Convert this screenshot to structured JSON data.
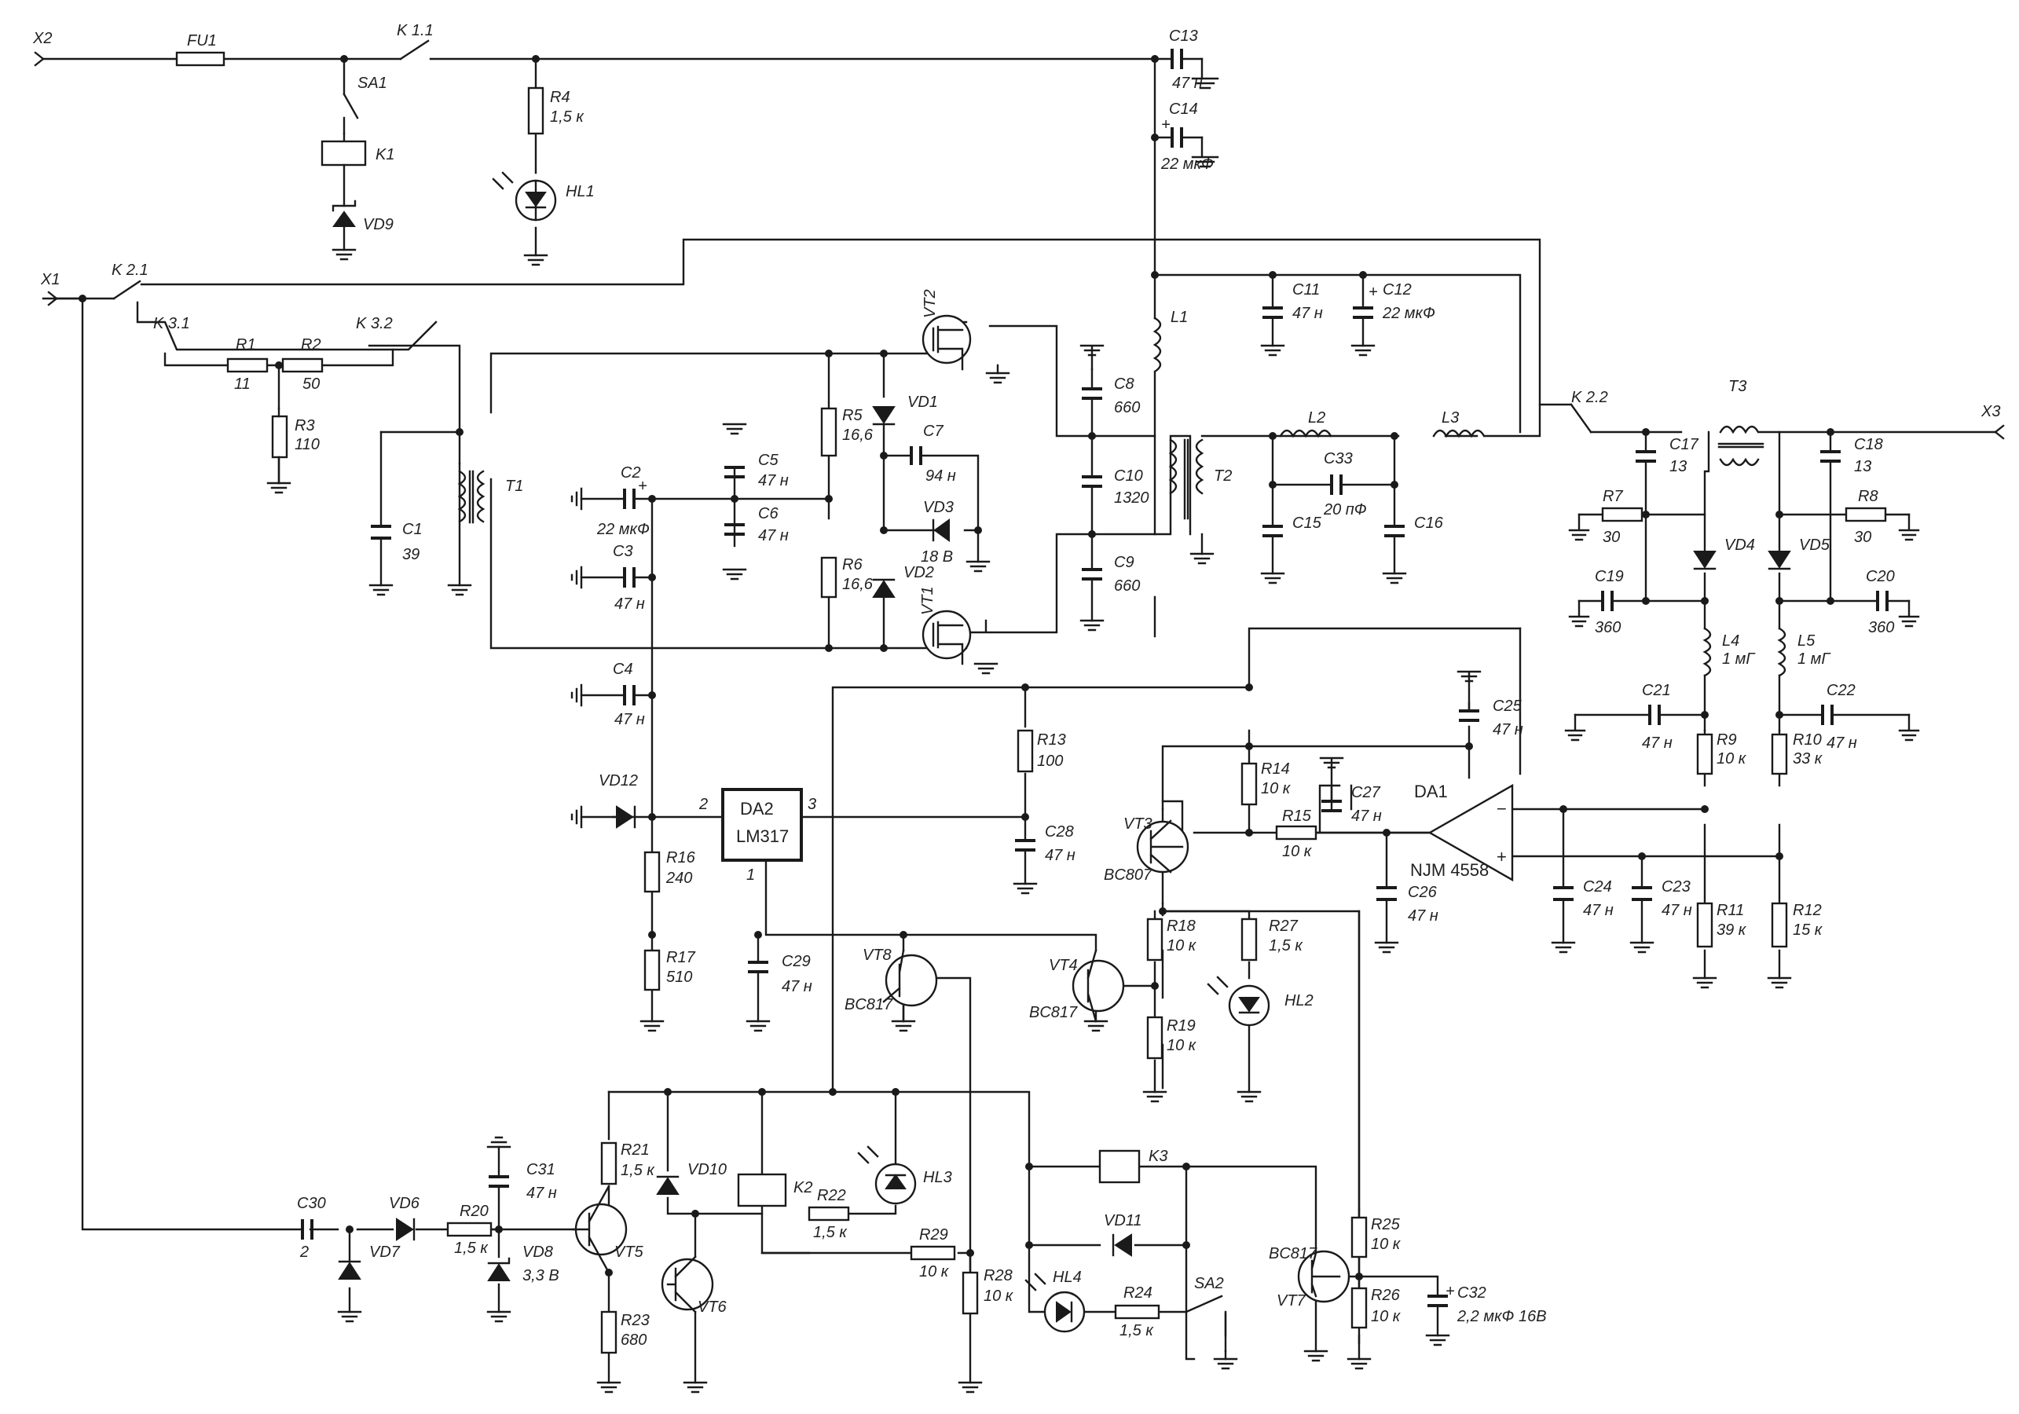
{
  "diagram": {
    "labels": {
      "x2": "X2",
      "x1": "X1",
      "x3": "X3",
      "fu1": "FU1",
      "k11": "K 1.1",
      "sa1": "SA1",
      "k1": "K1",
      "vd9": "VD9",
      "r4": "R4",
      "r4v": "1,5 к",
      "hl1": "HL1",
      "c13": "C13",
      "c13v": "47 н",
      "c14": "C14",
      "c14v": "22 мкФ",
      "k21": "K 2.1",
      "k31": "K 3.1",
      "k32": "K 3.2",
      "r1": "R1",
      "r1v": "11",
      "r2": "R2",
      "r2v": "50",
      "r3": "R3",
      "r3v": "110",
      "c1": "C1",
      "c1v": "39",
      "t1": "T1",
      "c2": "C2",
      "c2v": "22 мкФ",
      "c3": "C3",
      "c3v": "47 н",
      "c4": "C4",
      "c4v": "47 н",
      "c5": "C5",
      "c5v": "47 н",
      "c6": "C6",
      "c6v": "47 н",
      "r5": "R5",
      "r5v": "16,6",
      "r6": "R6",
      "r6v": "16,6",
      "vd1": "VD1",
      "vd2": "VD2",
      "vd3": "VD3",
      "vd3v": "18 В",
      "c7": "C7",
      "c7v": "94 н",
      "vt1": "VT1",
      "vt2": "VT2",
      "c8": "C8",
      "c8v": "660",
      "c9": "C9",
      "c9v": "660",
      "c10": "C10",
      "c10v": "1320",
      "l1": "L1",
      "l2": "L2",
      "l3": "L3",
      "t2": "T2",
      "c11": "C11",
      "c11v": "47 н",
      "c12": "C12",
      "c12v": "22 мкФ",
      "c33": "C33",
      "c33v": "20 пФ",
      "c15": "C15",
      "c16": "C16",
      "k22": "K 2.2",
      "t3": "T3",
      "c17": "C17",
      "c17v": "13",
      "c18": "C18",
      "c18v": "13",
      "r7": "R7",
      "r7v": "30",
      "r8": "R8",
      "r8v": "30",
      "vd4": "VD4",
      "vd5": "VD5",
      "c19": "C19",
      "c19v": "360",
      "c20": "C20",
      "c20v": "360",
      "l4": "L4",
      "l4v": "1 мГ",
      "l5": "L5",
      "l5v": "1 мГ",
      "c21": "C21",
      "c21v": "47 н",
      "c22": "C22",
      "c22v": "47 н",
      "r9": "R9",
      "r9v": "10 к",
      "r10": "R10",
      "r10v": "33 к",
      "r11": "R11",
      "r11v": "39 к",
      "r12": "R12",
      "r12v": "15 к",
      "c23": "C23",
      "c23v": "47 н",
      "c24": "C24",
      "c24v": "47 н",
      "c25": "C25",
      "c25v": "47 н",
      "c26": "C26",
      "c26v": "47 н",
      "c27": "C27",
      "c27v": "47 н",
      "da1": "DA1",
      "da1v": "NJM 4558",
      "r13": "R13",
      "r13v": "100",
      "r14": "R14",
      "r14v": "10 к",
      "r15": "R15",
      "r15v": "10 к",
      "vt3": "VT3",
      "vt3v": "BC807",
      "da2": "DA2",
      "da2v": "LM317",
      "pin1": "1",
      "pin2": "2",
      "pin3": "3",
      "c28": "C28",
      "c28v": "47 н",
      "c29": "C29",
      "c29v": "47 н",
      "vd12": "VD12",
      "r16": "R16",
      "r16v": "240",
      "r17": "R17",
      "r17v": "510",
      "vt8": "VT8",
      "vt8v": "BC817",
      "vt4": "VT4",
      "vt4v": "BC817",
      "r18": "R18",
      "r18v": "10 к",
      "r19": "R19",
      "r19v": "10 к",
      "r27": "R27",
      "r27v": "1,5 к",
      "hl2": "HL2",
      "c30": "C30",
      "c30v": "2",
      "vd6": "VD6",
      "vd7": "VD7",
      "r20": "R20",
      "r20v": "1,5 к",
      "c31": "C31",
      "c31v": "47 н",
      "vd8": "VD8",
      "vd8v": "3,3 В",
      "r21": "R21",
      "r21v": "1,5 к",
      "vd10": "VD10",
      "vt5": "VT5",
      "r23": "R23",
      "r23v": "680",
      "vt6": "VT6",
      "k2": "K2",
      "r22": "R22",
      "r22v": "1,5 к",
      "hl3": "HL3",
      "r29": "R29",
      "r29v": "10 к",
      "r28": "R28",
      "r28v": "10 к",
      "k3": "K3",
      "vd11": "VD11",
      "hl4": "HL4",
      "r24": "R24",
      "r24v": "1,5 к",
      "sa2": "SA2",
      "vt7": "VT7",
      "vt7v": "BC817",
      "r25": "R25",
      "r25v": "10 к",
      "r26": "R26",
      "r26v": "10 к",
      "c32": "C32",
      "c32v": "2,2 мкФ 16В",
      "plus": "+",
      "minus": "−"
    }
  }
}
